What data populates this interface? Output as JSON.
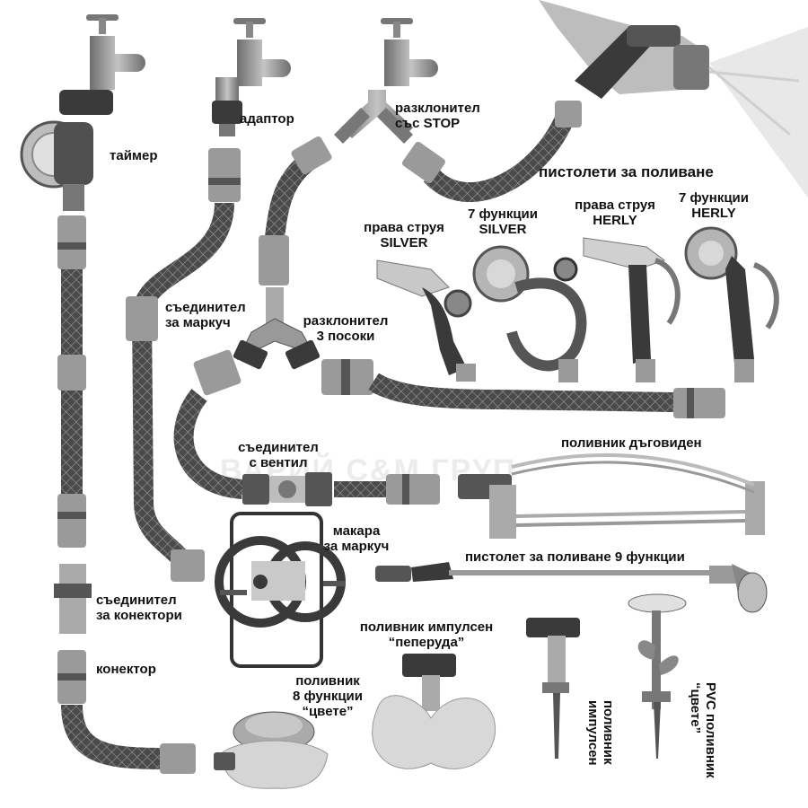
{
  "watermark": "ВАРИЙ С&М ГРУП",
  "labels": {
    "timer": "таймер",
    "adapter": "адаптор",
    "splitter_stop_1": "разклонител",
    "splitter_stop_2": "със STOP",
    "spray_guns": "пистолети за поливане",
    "straight_silver_1": "права струя",
    "straight_silver_2": "SILVER",
    "seven_silver_1": "7 функции",
    "seven_silver_2": "SILVER",
    "straight_herly_1": "права струя",
    "straight_herly_2": "HERLY",
    "seven_herly_1": "7 функции",
    "seven_herly_2": "HERLY",
    "hose_joiner_1": "съединител",
    "hose_joiner_2": "за маркуч",
    "splitter_3_1": "разклонител",
    "splitter_3_2": "3 посоки",
    "valve_joiner_1": "съединител",
    "valve_joiner_2": "с вентил",
    "oscillating_sprinkler": "поливник дъговиден",
    "hose_reel_1": "макара",
    "hose_reel_2": "за маркуч",
    "wand_9": "пистолет за поливане 9 функции",
    "connector_joiner_1": "съединител",
    "connector_joiner_2": "за конектори",
    "impulse_butterfly_1": "поливник импулсен",
    "impulse_butterfly_2": "“пеперуда”",
    "connector": "конектор",
    "sprinkler_8_1": "поливник",
    "sprinkler_8_2": "8 функции",
    "sprinkler_8_3": "“цвете”",
    "impulse_spike_1": "поливник",
    "impulse_spike_2": "импулсен",
    "pvc_flower_1": "PVC поливник",
    "pvc_flower_2": "“цвете”"
  },
  "colors": {
    "metal": "#8a8a8a",
    "dark": "#3a3a3a",
    "connector": "#9a9a9a",
    "hose": "#4a4a4a",
    "light": "#cfcfcf"
  }
}
